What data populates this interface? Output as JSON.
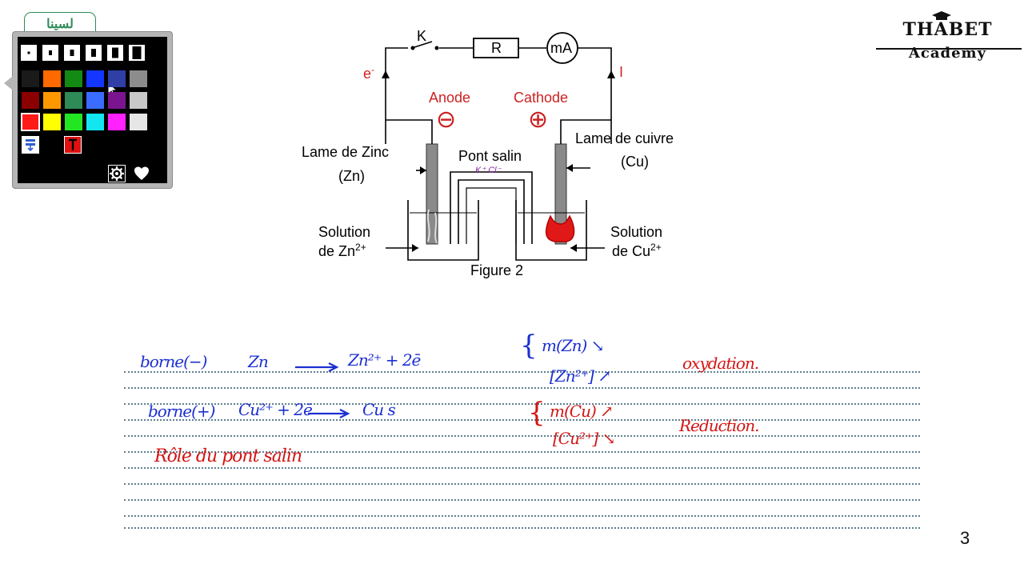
{
  "palette": {
    "tab_label": "لسينا",
    "colors_row1": [
      "#1a1a1a",
      "#ff6a00",
      "#138a13",
      "#1437ff",
      "#2f3fa6",
      "#8c8c8c"
    ],
    "colors_row2": [
      "#8b0000",
      "#ff9800",
      "#2e8b57",
      "#3a6dff",
      "#7a158f",
      "#c8c8c8"
    ],
    "colors_row3": [
      "#ff1a1a",
      "#ffff00",
      "#22e622",
      "#13e6f0",
      "#ff22ff",
      "#e6e6e6"
    ],
    "selected_color": "#ff1a1a",
    "icons": [
      "eraser-icon",
      "text-tool-icon",
      "gear-icon",
      "heart-icon"
    ]
  },
  "diagram": {
    "switch_label": "K",
    "resistor_label": "R",
    "meter_label": "mA",
    "electron_label": "e",
    "electron_sup": "-",
    "current_label": "I",
    "anode_label": "Anode",
    "cathode_label": "Cathode",
    "anode_sign": "⊖",
    "cathode_sign": "⊕",
    "zinc_plate_label": "Lame de Zinc",
    "zinc_symbol": "(Zn)",
    "copper_plate_label": "Lame de cuivre",
    "copper_symbol": "(Cu)",
    "salt_bridge_label": "Pont salin",
    "salt_bridge_ions": "K⁺ Cl⁻",
    "solution_left_line1": "Solution",
    "solution_left_line2": "de Zn",
    "solution_left_sup": "2+",
    "solution_right_line1": "Solution",
    "solution_right_line2": "de Cu",
    "solution_right_sup": "2+",
    "figure_caption": "Figure 2"
  },
  "notes": {
    "left_col": {
      "line1_label": "borne(−)",
      "line1_reactant": "Zn",
      "line1_product": "Zn²⁺ + 2ē",
      "line2_label": "borne(+)",
      "line2_reactant": "Cu²⁺ + 2ē",
      "line2_product": "Cu s",
      "line3": "Rôle du pont salin"
    },
    "right_col": {
      "group1_line1": "m(Zn) ↘",
      "group1_line2": "[Zn²⁺] ↗",
      "group1_result": "oxydation.",
      "group2_line1": "m(Cu) ↗",
      "group2_line2": "[Cu²⁺] ↘",
      "group2_result": "Reduction."
    }
  },
  "logo": {
    "main": "THABET",
    "sub": "Academy"
  },
  "page_number": "3"
}
